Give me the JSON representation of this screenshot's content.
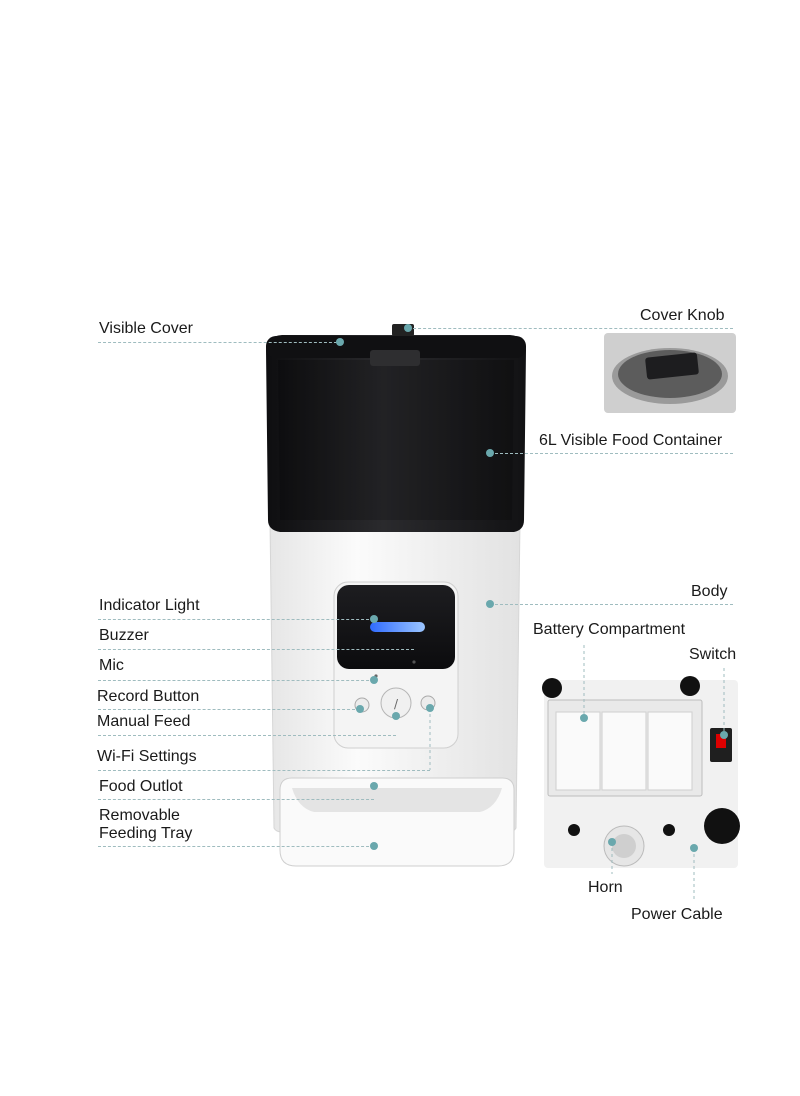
{
  "labels": {
    "visible_cover": "Visible Cover",
    "cover_knob": "Cover Knob",
    "food_container": "6L Visible Food Container",
    "body": "Body",
    "indicator_light": "Indicator Light",
    "buzzer": "Buzzer",
    "mic": "Mic",
    "record_button": "Record Button",
    "manual_feed": "Manual Feed",
    "wifi_settings": "Wi-Fi Settings",
    "food_outlet": "Food Outlot",
    "feeding_tray": "Removable Feeding Tray",
    "battery_compartment": "Battery Compartment",
    "switch": "Switch",
    "horn": "Horn",
    "power_cable": "Power Cable"
  },
  "colors": {
    "accent_dot": "#6aa8ad",
    "leader_line": "#9fbcbf",
    "indicator_blue": "#3d7dff",
    "container_dark": "#1b1b1d",
    "body_white": "#f6f6f6"
  }
}
